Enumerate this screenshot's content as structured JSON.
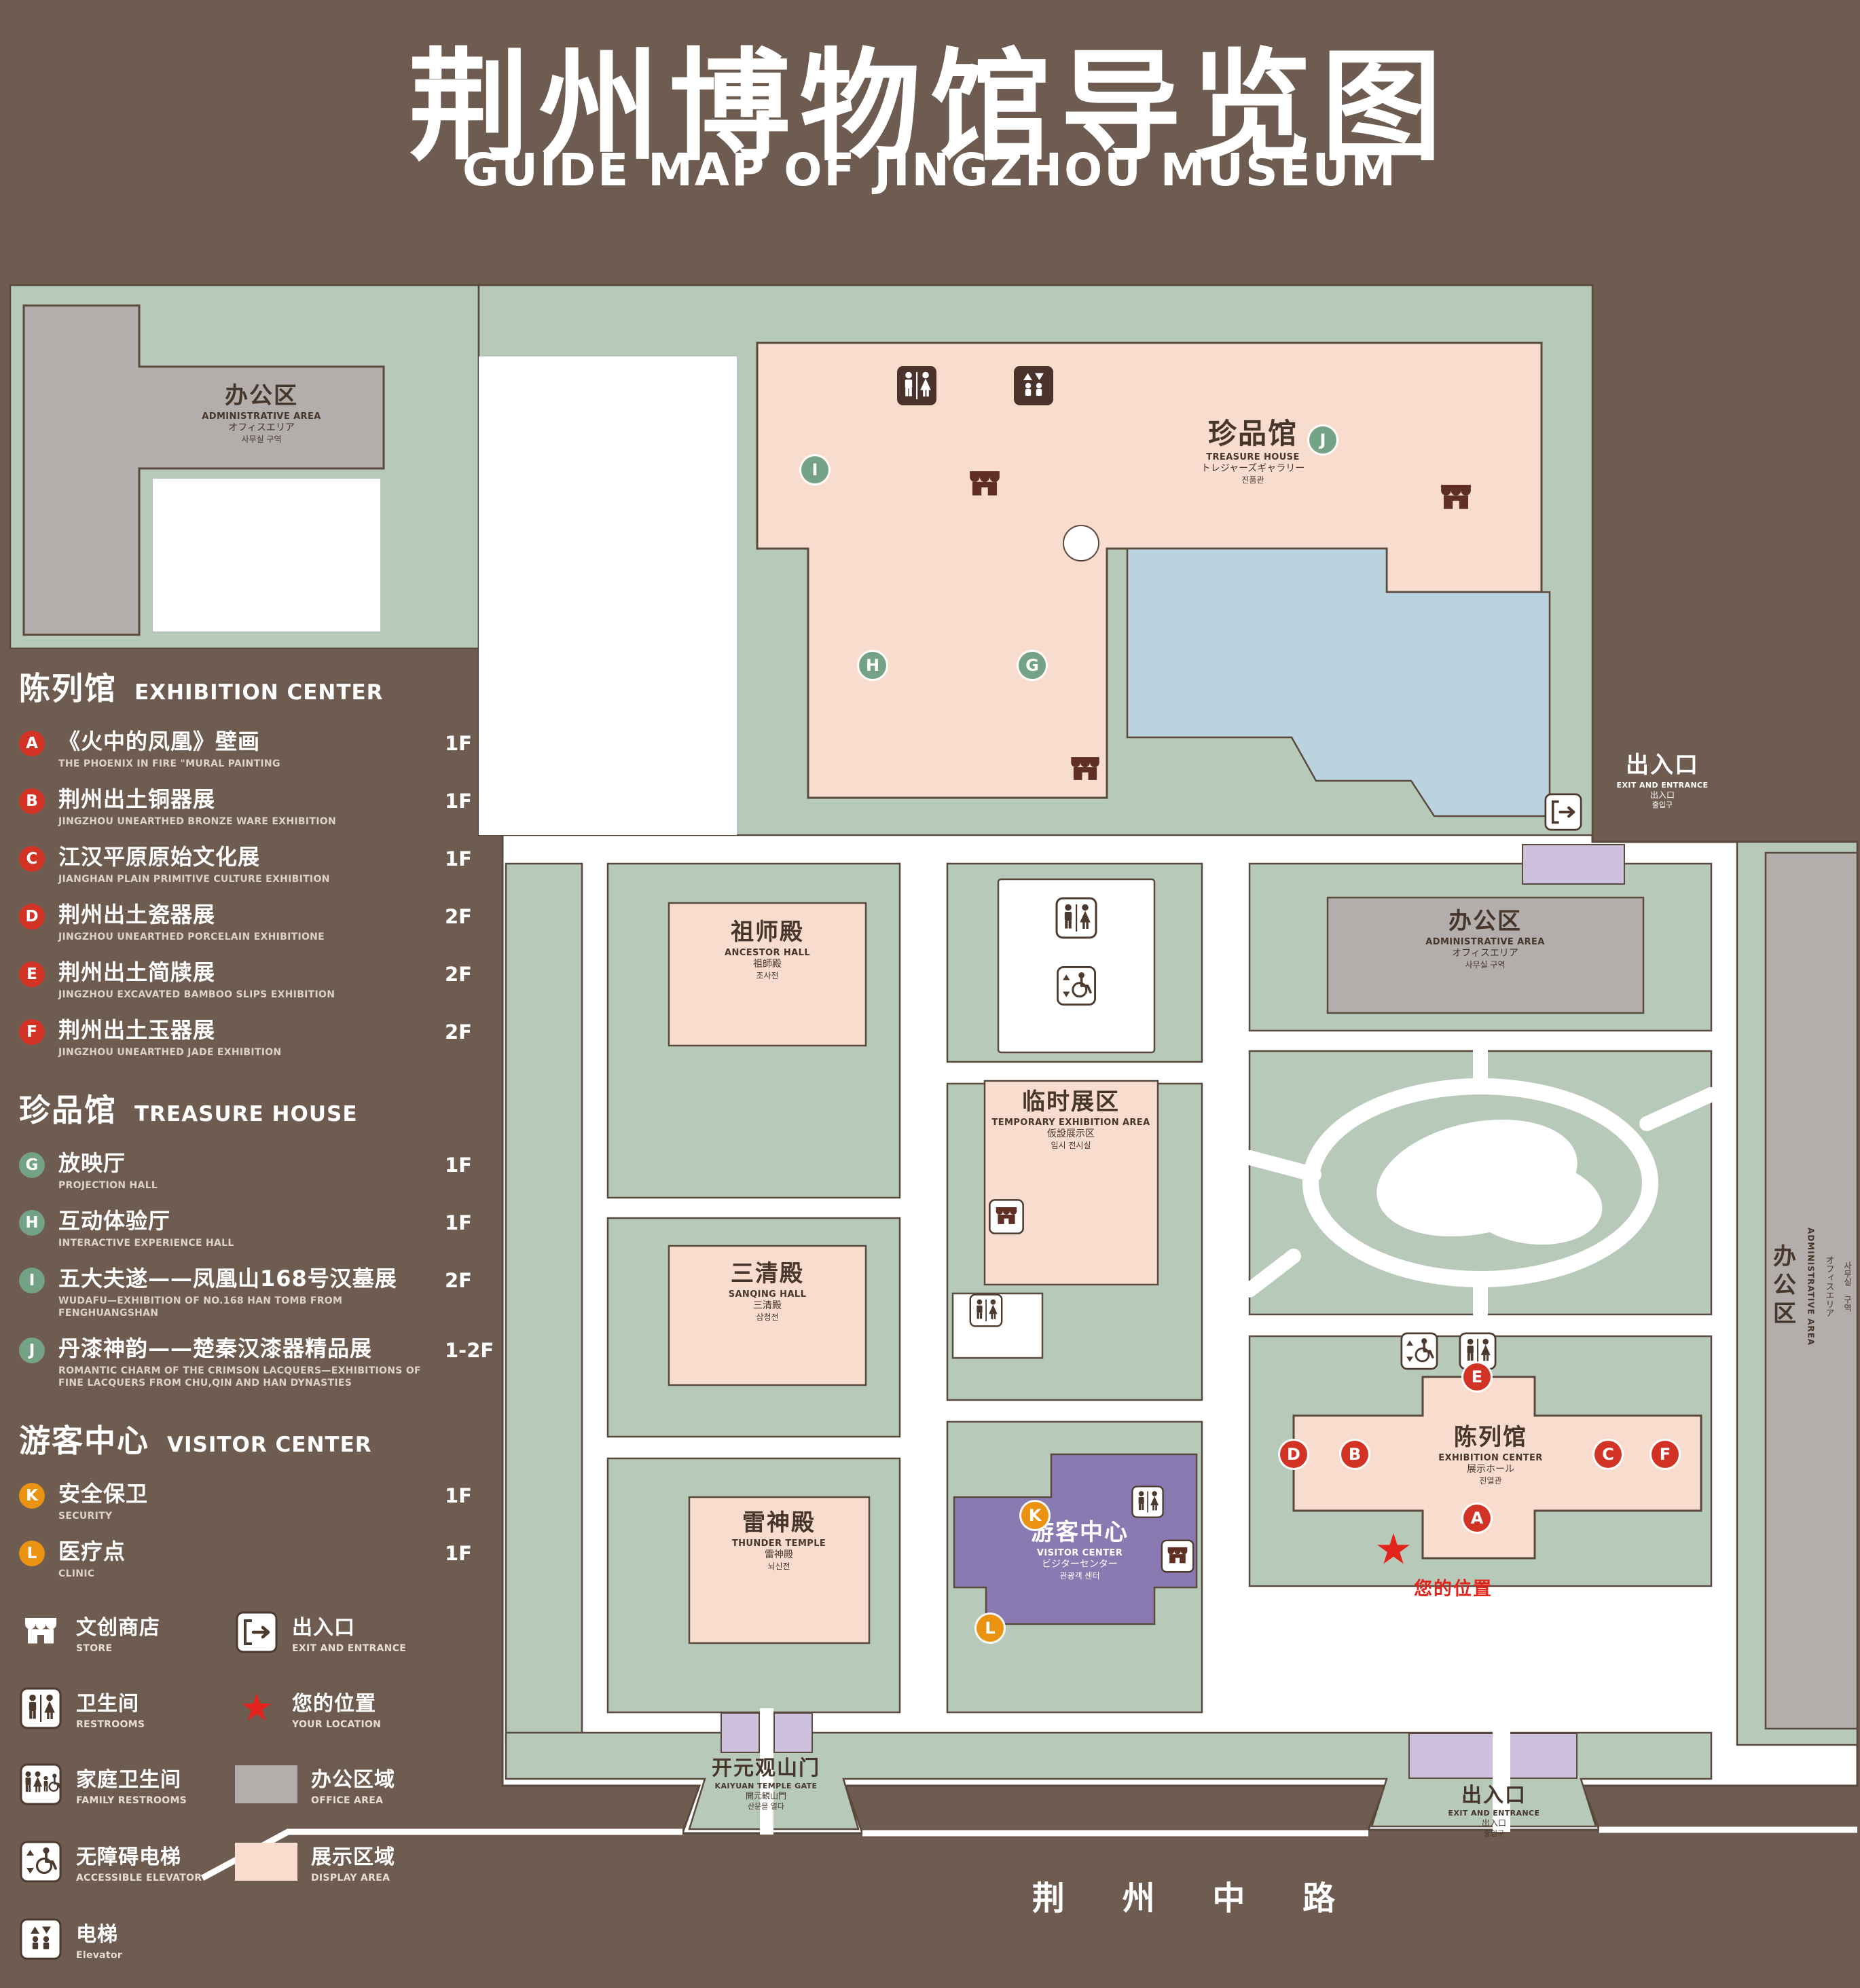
{
  "title": {
    "zh": "荆州博物馆导览图",
    "en": "GUIDE MAP OF JINGZHOU MUSEUM"
  },
  "colors": {
    "background": "#6e5c50",
    "grounds": "#b7c9b8",
    "display_area": "#f8ddcf",
    "office_area": "#b3aeab",
    "water": "#bad3de",
    "visitor_center": "#8a7ab2",
    "entrance_building": "#cdc1de",
    "exhibition_badge": "#d23324",
    "treasure_badge": "#74a287",
    "visitor_badge": "#eb9311",
    "location_red": "#e3241d"
  },
  "legend": {
    "sections": [
      {
        "zh": "陈列馆",
        "en": "EXHIBITION CENTER",
        "items": [
          {
            "letter": "A",
            "zh": "《火中的凤凰》壁画",
            "en": "THE PHOENIX IN FIRE \"MURAL PAINTING",
            "floor": "1F"
          },
          {
            "letter": "B",
            "zh": "荆州出土铜器展",
            "en": "JINGZHOU UNEARTHED BRONZE WARE EXHIBITION",
            "floor": "1F"
          },
          {
            "letter": "C",
            "zh": "江汉平原原始文化展",
            "en": "JIANGHAN PLAIN PRIMITIVE CULTURE EXHIBITION",
            "floor": "1F"
          },
          {
            "letter": "D",
            "zh": "荆州出土瓷器展",
            "en": "JINGZHOU UNEARTHED PORCELAIN EXHIBITIONE",
            "floor": "2F"
          },
          {
            "letter": "E",
            "zh": "荆州出土简牍展",
            "en": "JINGZHOU EXCAVATED BAMBOO SLIPS EXHIBITION",
            "floor": "2F"
          },
          {
            "letter": "F",
            "zh": "荆州出土玉器展",
            "en": "JINGZHOU UNEARTHED JADE EXHIBITION",
            "floor": "2F"
          }
        ]
      },
      {
        "zh": "珍品馆",
        "en": "TREASURE HOUSE",
        "items": [
          {
            "letter": "G",
            "zh": "放映厅",
            "en": "PROJECTION HALL",
            "floor": "1F"
          },
          {
            "letter": "H",
            "zh": "互动体验厅",
            "en": "INTERACTIVE EXPERIENCE HALL",
            "floor": "1F"
          },
          {
            "letter": "I",
            "zh": "五大夫遂——凤凰山168号汉墓展",
            "en": "WUDAFU—EXHIBITION OF NO.168 HAN TOMB FROM FENGHUANGSHAN",
            "floor": "2F"
          },
          {
            "letter": "J",
            "zh": "丹漆神韵——楚秦汉漆器精品展",
            "en": "ROMANTIC CHARM OF THE CRIMSON LACQUERS—EXHIBITIONS OF FINE LACQUERS FROM CHU,QIN AND HAN DYNASTIES",
            "floor": "1-2F"
          }
        ]
      },
      {
        "zh": "游客中心",
        "en": "VISITOR CENTER",
        "items": [
          {
            "letter": "K",
            "zh": "安全保卫",
            "en": "SECURITY",
            "floor": "1F"
          },
          {
            "letter": "L",
            "zh": "医疗点",
            "en": "CLINIC",
            "floor": "1F"
          }
        ]
      }
    ],
    "symbols": [
      {
        "icon": "store-icon",
        "zh": "文创商店",
        "en": "STORE"
      },
      {
        "icon": "exit-icon",
        "zh": "出入口",
        "en": "EXIT AND ENTRANCE"
      },
      {
        "icon": "restrooms-icon",
        "zh": "卫生间",
        "en": "RESTROOMS"
      },
      {
        "icon": "your-location-icon",
        "zh": "您的位置",
        "en": "YOUR LOCATION"
      },
      {
        "icon": "family-restrooms-icon",
        "zh": "家庭卫生间",
        "en": "FAMILY RESTROOMS"
      },
      {
        "icon": "office-area-swatch",
        "zh": "办公区域",
        "en": "OFFICE AREA"
      },
      {
        "icon": "accessible-elevator-icon",
        "zh": "无障碍电梯",
        "en": "ACCESSIBLE ELEVATOR"
      },
      {
        "icon": "display-area-swatch",
        "zh": "展示区域",
        "en": "DISPLAY AREA"
      },
      {
        "icon": "elevator-icon",
        "zh": "电梯",
        "en": "Elevator"
      }
    ]
  },
  "map": {
    "labels": {
      "admin_top": {
        "zh": "办公区",
        "en": "ADMINISTRATIVE AREA",
        "jp": "オフィスエリア",
        "kr": "사무실 구역"
      },
      "treasure": {
        "zh": "珍品馆",
        "en": "TREASURE HOUSE",
        "jp": "トレジャーズギャラリー",
        "kr": "진품관"
      },
      "ancestor": {
        "zh": "祖师殿",
        "en": "ANCESTOR HALL",
        "jp": "祖師殿",
        "kr": "조사전"
      },
      "admin_right": {
        "zh": "办公区",
        "en": "ADMINISTRATIVE AREA",
        "jp": "オフィスエリア",
        "kr": "사무실 구역"
      },
      "admin_side": {
        "zh": "办公区",
        "en": "ADMINISTRATIVE AREA",
        "jp": "オフィスエリア",
        "kr": "사무실 구역"
      },
      "temp": {
        "zh": "临时展区",
        "en": "TEMPORARY EXHIBITION AREA",
        "jp": "仮設展示区",
        "kr": "임시 전시실"
      },
      "sanqing": {
        "zh": "三清殿",
        "en": "SANQING HALL",
        "jp": "三清殿",
        "kr": "삼청전"
      },
      "thunder": {
        "zh": "雷神殿",
        "en": "THUNDER TEMPLE",
        "jp": "雷神殿",
        "kr": "뇌신전"
      },
      "exhibition": {
        "zh": "陈列馆",
        "en": "EXHIBITION CENTER",
        "jp": "展示ホール",
        "kr": "진열관"
      },
      "visitor": {
        "zh": "游客中心",
        "en": "VISITOR CENTER",
        "jp": "ビジターセンター",
        "kr": "관광객 센터"
      },
      "gate": {
        "zh": "开元观山门",
        "en": "KAIYUAN TEMPLE GATE",
        "jp": "開元観山門",
        "kr": "산문을 열다"
      },
      "exit_right": {
        "zh": "出入口",
        "en": "EXIT AND ENTRANCE",
        "jp": "出入口",
        "kr": "출입구"
      },
      "exit_bottom": {
        "zh": "出入口",
        "en": "EXIT AND ENTRANCE",
        "jp": "出入口",
        "kr": "출입구"
      },
      "your_location": "您的位置",
      "road": "荆 州 中 路"
    },
    "markers": [
      {
        "letter": "I"
      },
      {
        "letter": "J"
      },
      {
        "letter": "H"
      },
      {
        "letter": "G"
      },
      {
        "letter": "E"
      },
      {
        "letter": "D"
      },
      {
        "letter": "B"
      },
      {
        "letter": "C"
      },
      {
        "letter": "F"
      },
      {
        "letter": "A"
      },
      {
        "letter": "K"
      },
      {
        "letter": "L"
      }
    ]
  }
}
